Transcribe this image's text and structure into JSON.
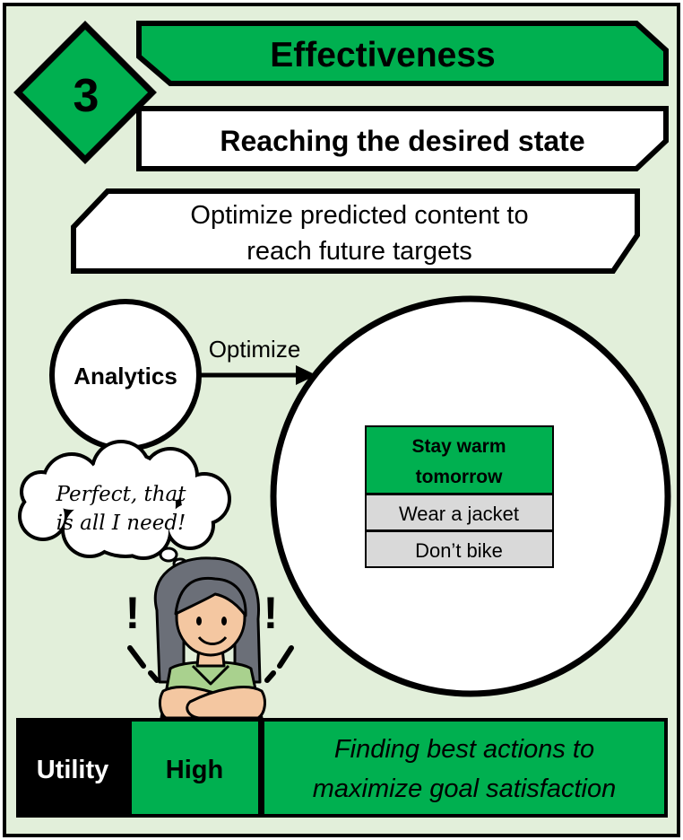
{
  "badge": {
    "number": "3"
  },
  "title": {
    "text": "Effectiveness"
  },
  "subtitle": {
    "text": "Reaching the desired state"
  },
  "description": {
    "line1": "Optimize predicted content to",
    "line2": "reach future targets"
  },
  "analytics": {
    "label": "Analytics"
  },
  "arrow": {
    "label": "Optimize"
  },
  "goal_table": {
    "header_line1": "Stay warm",
    "header_line2": "tomorrow",
    "rows": [
      "Wear a jacket",
      "Don’t bike"
    ]
  },
  "thought": {
    "line1": "Perfect, that",
    "line2": "is all I need!"
  },
  "exclamations": [
    "!",
    "!"
  ],
  "footer": {
    "utility_label": "Utility",
    "level": "High",
    "desc_line1": "Finding best actions to",
    "desc_line2": "maximize goal satisfaction"
  },
  "colors": {
    "background": "#e2efda",
    "green": "#00b050",
    "black": "#000000",
    "white": "#ffffff",
    "gray": "#d9d9d9",
    "skin": "#f4c7a1",
    "hair": "#6b6f78",
    "shirt": "#a9d18e"
  }
}
